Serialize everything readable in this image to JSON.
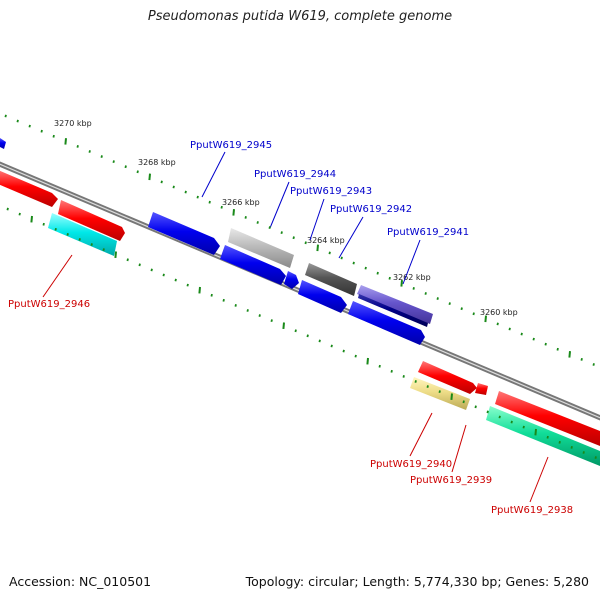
{
  "title": "Pseudomonas putida W619, complete genome",
  "footer": {
    "accession": "Accession: NC_010501",
    "summary": "Topology: circular; Length: 5,774,330 bp; Genes: 5,280"
  },
  "ticks": [
    "3270 kbp",
    "3268 kbp",
    "3266 kbp",
    "3264 kbp",
    "3262 kbp",
    "3260 kbp"
  ],
  "genes": {
    "PputW619_2946": "PputW619_2946",
    "PputW619_2945": "PputW619_2945",
    "PputW619_2944": "PputW619_2944",
    "PputW619_2943": "PputW619_2943",
    "PputW619_2942": "PputW619_2942",
    "PputW619_2941": "PputW619_2941",
    "PputW619_2940": "PputW619_2940",
    "PputW619_2939": "PputW619_2939",
    "PputW619_2938": "PputW619_2938"
  },
  "colors": {
    "backbone": "#777777",
    "tick": "#1a8a1a",
    "red": "#ff0000",
    "cyan": "#00e8e8",
    "blue": "#0000ee",
    "lightgray": "#bbbbbb",
    "darkgray": "#555555",
    "slate": "#6655cc",
    "navy": "#000088",
    "khaki": "#eedd88",
    "green": "#11dd99",
    "label_blue": "#0000cc",
    "label_red": "#cc0000"
  }
}
